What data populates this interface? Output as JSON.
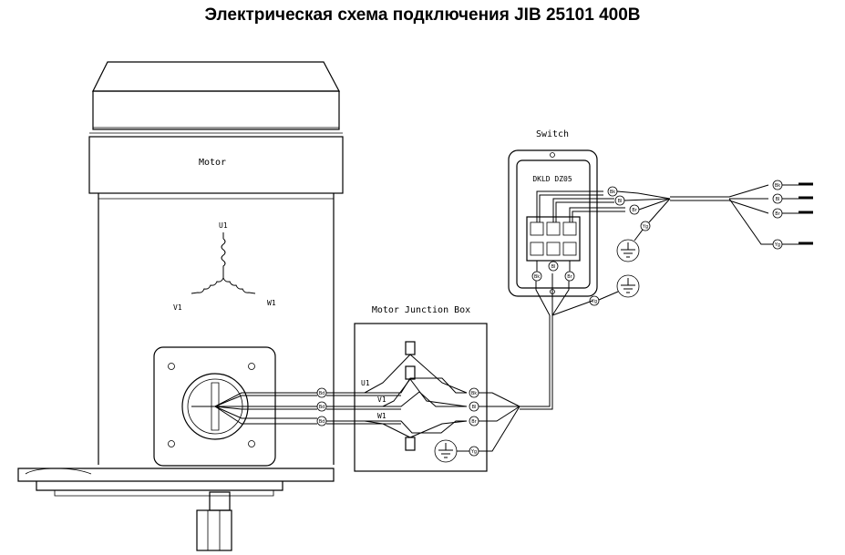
{
  "title": "Электрическая схема подключения JIB 25101 400В",
  "labels": {
    "motor": "Motor",
    "u1_winding": "U1",
    "v1_winding": "V1",
    "w1_winding": "W1",
    "junction_box": "Motor Junction Box",
    "jb_u1": "U1",
    "jb_v1": "V1",
    "jb_w1": "W1",
    "switch": "Switch",
    "switch_model": "DKLD DZ05"
  },
  "wire_tags": {
    "motor_terminals": [
      "Bd",
      "Bd",
      "Bd"
    ],
    "junction_out": [
      "Bk",
      "Bl",
      "Br",
      "Yg"
    ],
    "switch_top": [
      "Bk",
      "Bl",
      "Br",
      "Yg"
    ],
    "switch_bottom": [
      "Bk",
      "Bl",
      "Br"
    ],
    "switch_ground": "Yg",
    "supply": [
      "Bk",
      "Bl",
      "Br",
      "Yg"
    ]
  }
}
